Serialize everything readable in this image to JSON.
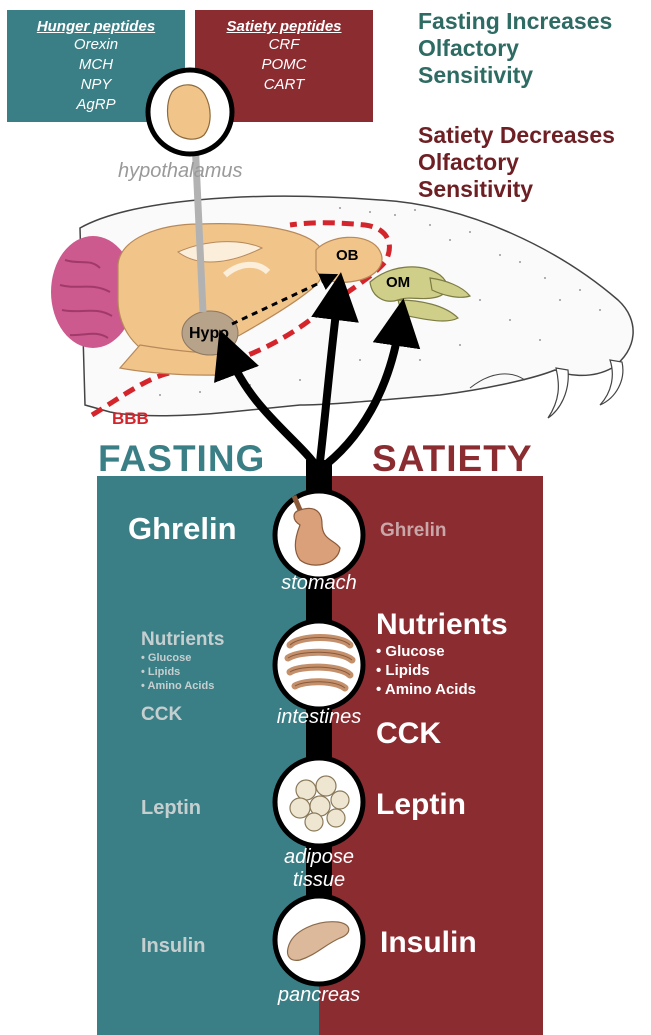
{
  "hunger_box": {
    "header": "Hunger peptides",
    "items": [
      "Orexin",
      "MCH",
      "NPY",
      "AgRP"
    ]
  },
  "satiety_box": {
    "header": "Satiety peptides",
    "items": [
      "CRF",
      "POMC",
      "CART"
    ]
  },
  "titles": {
    "fasting": [
      "Fasting Increases",
      "Olfactory",
      "Sensitivity"
    ],
    "satiety": [
      "Satiety Decreases",
      "Olfactory",
      "Sensitivity"
    ]
  },
  "brain_labels": {
    "hypothalamus": "hypothalamus",
    "ob": "OB",
    "om": "OM",
    "hypo": "Hypo",
    "bbb": "BBB"
  },
  "columns": {
    "fasting": "FASTING",
    "satiety": "SATIETY"
  },
  "organs": {
    "stomach": "stomach",
    "intestines": "intestines",
    "adipose": [
      "adipose",
      "tissue"
    ],
    "pancreas": "pancreas"
  },
  "fasting_side": {
    "ghrelin": "Ghrelin",
    "nutrients": "Nutrients",
    "nutrient_items": [
      "• Glucose",
      "• Lipids",
      "• Amino Acids"
    ],
    "cck": "CCK",
    "leptin": "Leptin",
    "insulin": "Insulin"
  },
  "satiety_side": {
    "ghrelin": "Ghrelin",
    "nutrients": "Nutrients",
    "nutrient_items": [
      "• Glucose",
      "• Lipids",
      "• Amino Acids"
    ],
    "cck": "CCK",
    "leptin": "Leptin",
    "insulin": "Insulin"
  },
  "colors": {
    "fasting_teal": "#3b7f86",
    "satiety_red": "#8b2c31",
    "bbb_red": "#d4252c",
    "brain_orange": "#f1c58a",
    "cerebellum_pink": "#cc5a8e",
    "olfactory_green": "#cfcf8a"
  }
}
